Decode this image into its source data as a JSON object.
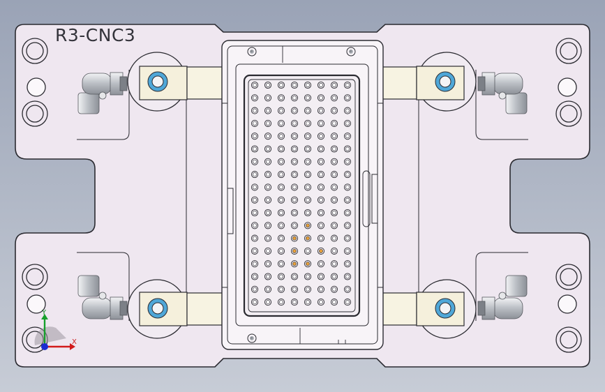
{
  "part_name": "R3-CNC3",
  "triad": {
    "x_label": "X",
    "y_label": "Y"
  },
  "colors": {
    "viewport_top": "#9aa3b6",
    "viewport_bottom": "#c7ccd6",
    "plate_fill": "#efe7f0",
    "edge": "#2a2a30",
    "clamp_fill": "#f5f0dc",
    "bushing_blue": "#4fa7d8",
    "fitting_gray": "#cfd2d6",
    "hole_orange": "#e8a13a",
    "axis_x": "#d21b1b",
    "axis_y": "#16a02b",
    "axis_z": "#1b2bd2"
  },
  "icons": [
    "coordinate-triad-icon",
    "pneumatic-elbow-fitting-icon"
  ]
}
